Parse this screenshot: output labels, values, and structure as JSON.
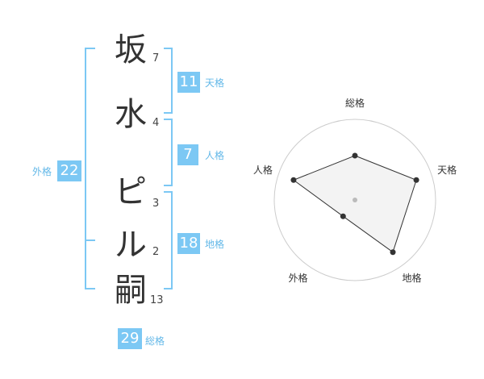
{
  "name": {
    "characters": [
      {
        "char": "坂",
        "strokes": "7"
      },
      {
        "char": "水",
        "strokes": "4"
      },
      {
        "char": "ピ",
        "strokes": "3"
      },
      {
        "char": "ル",
        "strokes": "2"
      },
      {
        "char": "嗣",
        "strokes": "13"
      }
    ]
  },
  "fortunes": {
    "tenkaku": {
      "value": "11",
      "label": "天格"
    },
    "jinkaku": {
      "value": "7",
      "label": "人格"
    },
    "chikaku": {
      "value": "18",
      "label": "地格"
    },
    "gaikaku": {
      "value": "22",
      "label": "外格"
    },
    "soukaku": {
      "value": "29",
      "label": "総格"
    }
  },
  "radar": {
    "axes": [
      "総格",
      "天格",
      "地格",
      "外格",
      "人格"
    ],
    "values": [
      0.55,
      0.8,
      0.8,
      0.25,
      0.8
    ],
    "line_color": "#333333",
    "fill_color": "#efefef",
    "grid_color": "#cccccc",
    "accent": "#7cc8f4"
  }
}
